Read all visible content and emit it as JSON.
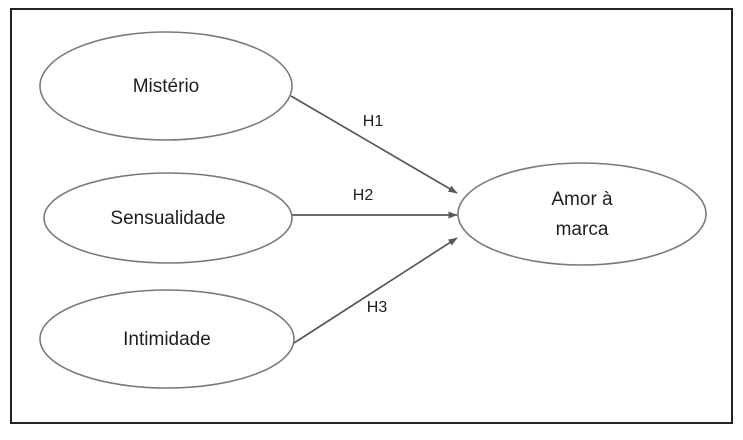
{
  "figure": {
    "kind": "conceptual-model-diagram",
    "background_color": "#ffffff",
    "frame_color": "#232323",
    "node_stroke_color": "#7a7a7a",
    "edge_color": "#585858",
    "text_color": "#1f1f1f"
  },
  "nodes": {
    "mysterio": {
      "label": "Mistério"
    },
    "sensualidade": {
      "label": "Sensualidade"
    },
    "intimidade": {
      "label": "Intimidade"
    },
    "amor": {
      "label_line1": "Amor à",
      "label_line2": "marca"
    }
  },
  "edges": [
    {
      "id": "h1",
      "label": "H1",
      "from": "Mistério",
      "to": "Amor à marca"
    },
    {
      "id": "h2",
      "label": "H2",
      "from": "Sensualidade",
      "to": "Amor à marca"
    },
    {
      "id": "h3",
      "label": "H3",
      "from": "Intimidade",
      "to": "Amor à marca"
    }
  ]
}
